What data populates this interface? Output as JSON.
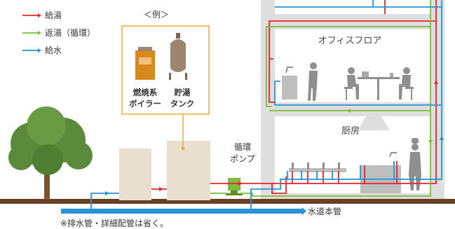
{
  "legend": {
    "supply_hot": "給湯",
    "return_hot": "返湯（循環）",
    "supply_water": "給水"
  },
  "example": {
    "title": "＜例＞",
    "boiler_line1": "燃焼系",
    "boiler_line2": "ボイラー",
    "tank_line1": "貯湯",
    "tank_line2": "タンク"
  },
  "labels": {
    "office_floor": "オフィスフロア",
    "kitchen": "厨房",
    "pump_line1": "循環",
    "pump_line2": "ポンプ",
    "water_main": "水道本管",
    "note": "※排水管・詳細配管は省く。"
  },
  "colors": {
    "hot_supply": "#e8242b",
    "hot_return": "#7dbb3c",
    "cold_supply": "#2a93d5",
    "building": "#dedede",
    "ground": "#6b3f22",
    "beige": "#e8dfd1",
    "callout": "#f0a838",
    "tree": "#5a8a3a",
    "boiler": "#d68a1c",
    "tank": "#9e8570"
  }
}
